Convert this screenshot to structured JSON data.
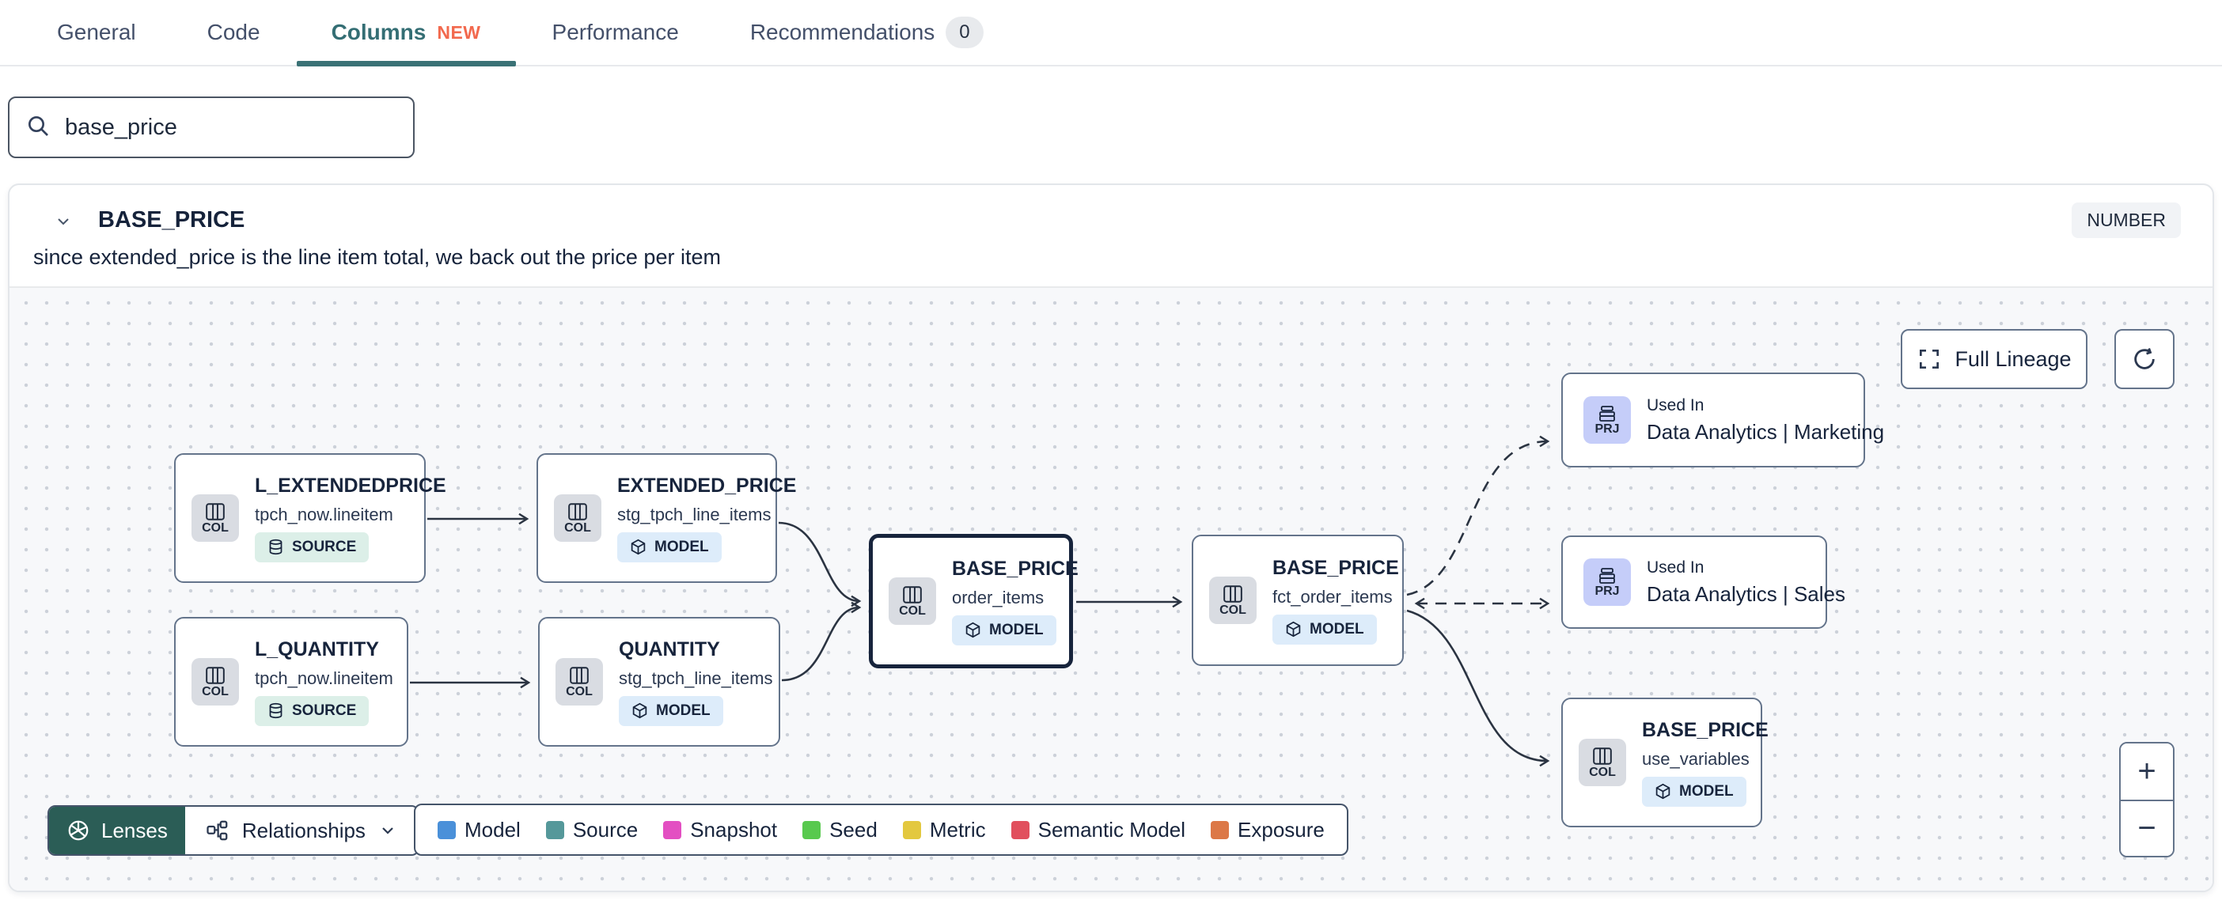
{
  "tabs": {
    "active": "Columns",
    "items": [
      {
        "label": "General"
      },
      {
        "label": "Code"
      },
      {
        "label": "Columns",
        "new_badge": "NEW"
      },
      {
        "label": "Performance"
      },
      {
        "label": "Recommendations",
        "count": "0"
      }
    ]
  },
  "search": {
    "value": "base_price"
  },
  "column_panel": {
    "name": "BASE_PRICE",
    "data_type": "NUMBER",
    "description": "since extended_price is the line item total, we back out the price per item"
  },
  "lineage": {
    "toolbar": {
      "full_lineage": "Full Lineage",
      "refresh_icon": "refresh-icon"
    },
    "zoom": {
      "plus": "+",
      "minus": "−"
    },
    "footer": {
      "lenses": "Lenses",
      "relationships": "Relationships"
    },
    "legend": [
      {
        "label": "Model",
        "color": "#4a90d9"
      },
      {
        "label": "Source",
        "color": "#55989a"
      },
      {
        "label": "Snapshot",
        "color": "#e34fc2"
      },
      {
        "label": "Seed",
        "color": "#58c94e"
      },
      {
        "label": "Metric",
        "color": "#e3c83f"
      },
      {
        "label": "Semantic Model",
        "color": "#e1505e"
      },
      {
        "label": "Exposure",
        "color": "#dc7847"
      }
    ],
    "nodes": [
      {
        "kind": "COL",
        "title": "L_EXTENDEDPRICE",
        "subtitle": "tpch_now.lineitem",
        "badge": "SOURCE"
      },
      {
        "kind": "COL",
        "title": "L_QUANTITY",
        "subtitle": "tpch_now.lineitem",
        "badge": "SOURCE"
      },
      {
        "kind": "COL",
        "title": "EXTENDED_PRICE",
        "subtitle": "stg_tpch_line_items",
        "badge": "MODEL"
      },
      {
        "kind": "COL",
        "title": "QUANTITY",
        "subtitle": "stg_tpch_line_items",
        "badge": "MODEL"
      },
      {
        "kind": "COL",
        "title": "BASE_PRICE",
        "subtitle": "order_items",
        "badge": "MODEL",
        "selected": true
      },
      {
        "kind": "COL",
        "title": "BASE_PRICE",
        "subtitle": "fct_order_items",
        "badge": "MODEL"
      },
      {
        "kind": "PRJ",
        "used_in": "Used In",
        "name": "Data Analytics | Marketing"
      },
      {
        "kind": "PRJ",
        "used_in": "Used In",
        "name": "Data Analytics | Sales"
      },
      {
        "kind": "COL",
        "title": "BASE_PRICE",
        "subtitle": "use_variables",
        "badge": "MODEL"
      }
    ]
  },
  "icons": [
    "search-icon",
    "chevron-down-icon",
    "column-icon",
    "database-icon",
    "cube-icon",
    "project-icon",
    "fullscreen-icon",
    "refresh-icon",
    "lenses-icon",
    "relationships-icon",
    "plus-icon",
    "minus-icon"
  ]
}
